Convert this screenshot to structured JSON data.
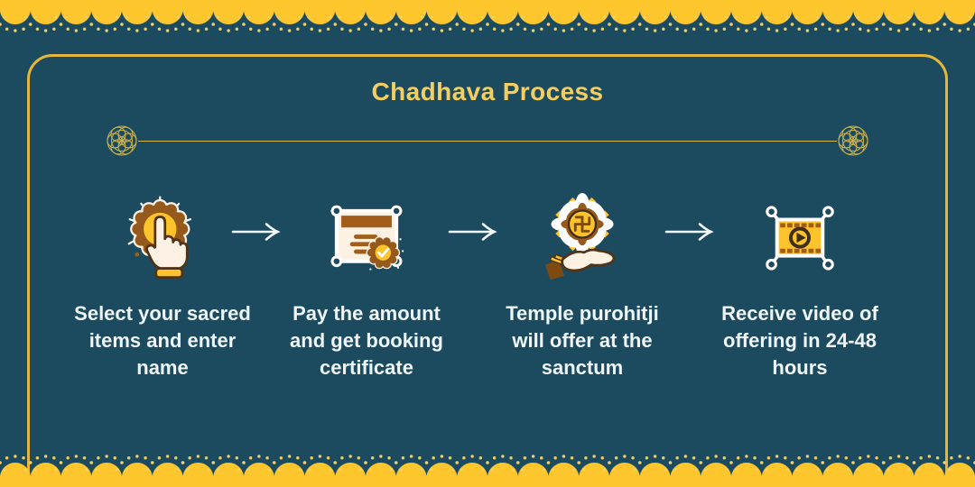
{
  "title": "Chadhava Process",
  "steps": [
    {
      "icon": "tap-select-icon",
      "label": "Select your sacred\nitems and enter\nname"
    },
    {
      "icon": "certificate-icon",
      "label": "Pay the amount\nand get booking\ncertificate"
    },
    {
      "icon": "offering-hand-icon",
      "label": "Temple purohitji\nwill offer at the\nsanctum"
    },
    {
      "icon": "video-icon",
      "label": "Receive video of\noffering in 24-48\nhours"
    }
  ],
  "colors": {
    "background": "#1c4b5f",
    "scallop_yellow": "#fdc62d",
    "scallop_dot": "#f2d06a",
    "frame_gold": "#e5b63c",
    "title_gold": "#f3cf63",
    "divider_gold": "#d4b54e",
    "label_text": "#eef6f8",
    "icon_yellow": "#fcc32d",
    "icon_brown": "#a25d18",
    "icon_dark_brown": "#4f3318",
    "icon_cream": "#fdf1e3"
  }
}
